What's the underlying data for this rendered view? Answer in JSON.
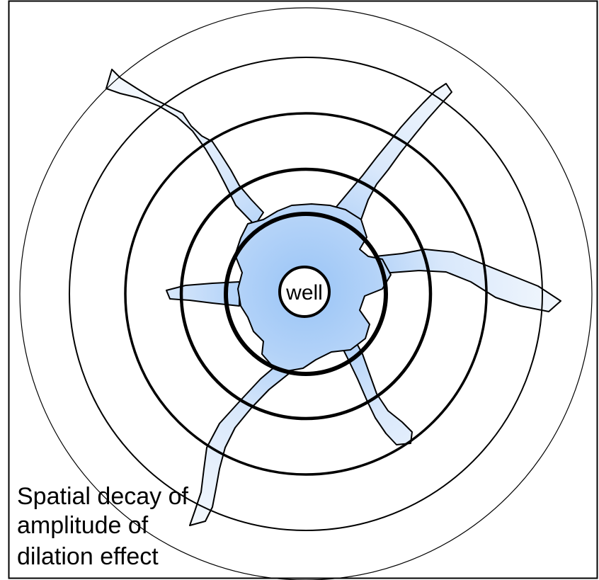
{
  "diagram": {
    "well_label": "well",
    "caption": {
      "line1": "Spatial decay of",
      "line2": "amplitude of",
      "line3": "dilation effect"
    }
  },
  "colors": {
    "fracture_fill_dark": "#99c4f6",
    "fracture_fill_light": "#e8f1fc",
    "stroke": "#000000",
    "background": "#ffffff"
  }
}
